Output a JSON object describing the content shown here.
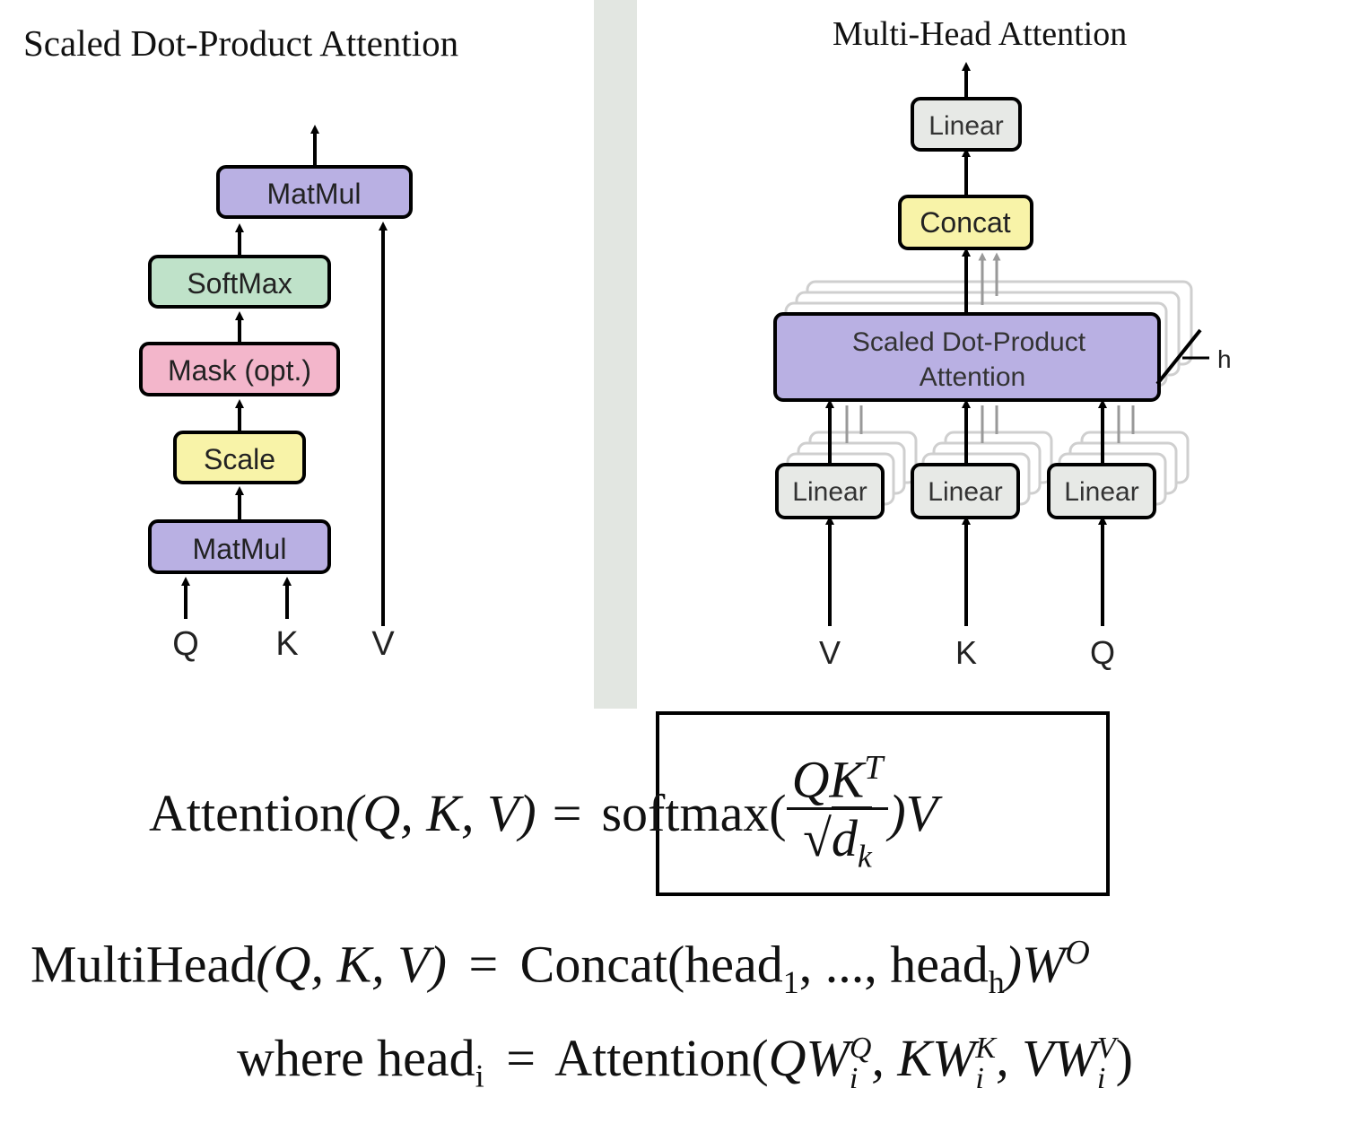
{
  "left": {
    "title": "Scaled Dot-Product Attention",
    "blocks": {
      "matmul_top": "MatMul",
      "softmax": "SoftMax",
      "mask": "Mask (opt.)",
      "scale": "Scale",
      "matmul_bottom": "MatMul"
    },
    "inputs": {
      "q": "Q",
      "k": "K",
      "v": "V"
    }
  },
  "right": {
    "title": "Multi-Head Attention",
    "blocks": {
      "linear_top": "Linear",
      "concat": "Concat",
      "sdpa_line1": "Scaled Dot-Product",
      "sdpa_line2": "Attention",
      "linear_v": "Linear",
      "linear_k": "Linear",
      "linear_q": "Linear"
    },
    "h_label": "h",
    "inputs": {
      "v": "V",
      "k": "K",
      "q": "Q"
    }
  },
  "colors": {
    "matmul": "#b9b0e3",
    "softmax": "#bfe2c9",
    "mask": "#f3b6cb",
    "scale": "#f8f3a8",
    "linear": "#e7e9e6",
    "concat": "#f8f3a8",
    "sdpa": "#b9b0e3",
    "divider": "#e2e6e1"
  },
  "equations": {
    "attention": {
      "lhs": "Attention",
      "args": "(Q, K, V)",
      "equals": "=",
      "softmax": "softmax(",
      "num_q": "QK",
      "num_sup": "T",
      "den_sqrt": "√",
      "den_d": "d",
      "den_sub": "k",
      "close": ")V"
    },
    "multihead": {
      "lhs": "MultiHead",
      "args": "(Q, K, V)",
      "equals": "=",
      "concat": "Concat(head",
      "sub1": "1",
      "mid": ", ..., head",
      "subh": "h",
      "close": ")W",
      "sup_o": "O"
    },
    "where": {
      "where": "where head",
      "sub_i": "i",
      "equals": "=",
      "attn": "Attention(",
      "q": "QW",
      "q_sup": "Q",
      "q_sub": "i",
      "k": ", KW",
      "k_sup": "K",
      "k_sub": "i",
      "v": ", VW",
      "v_sup": "V",
      "v_sub": "i",
      "close": ")"
    }
  }
}
